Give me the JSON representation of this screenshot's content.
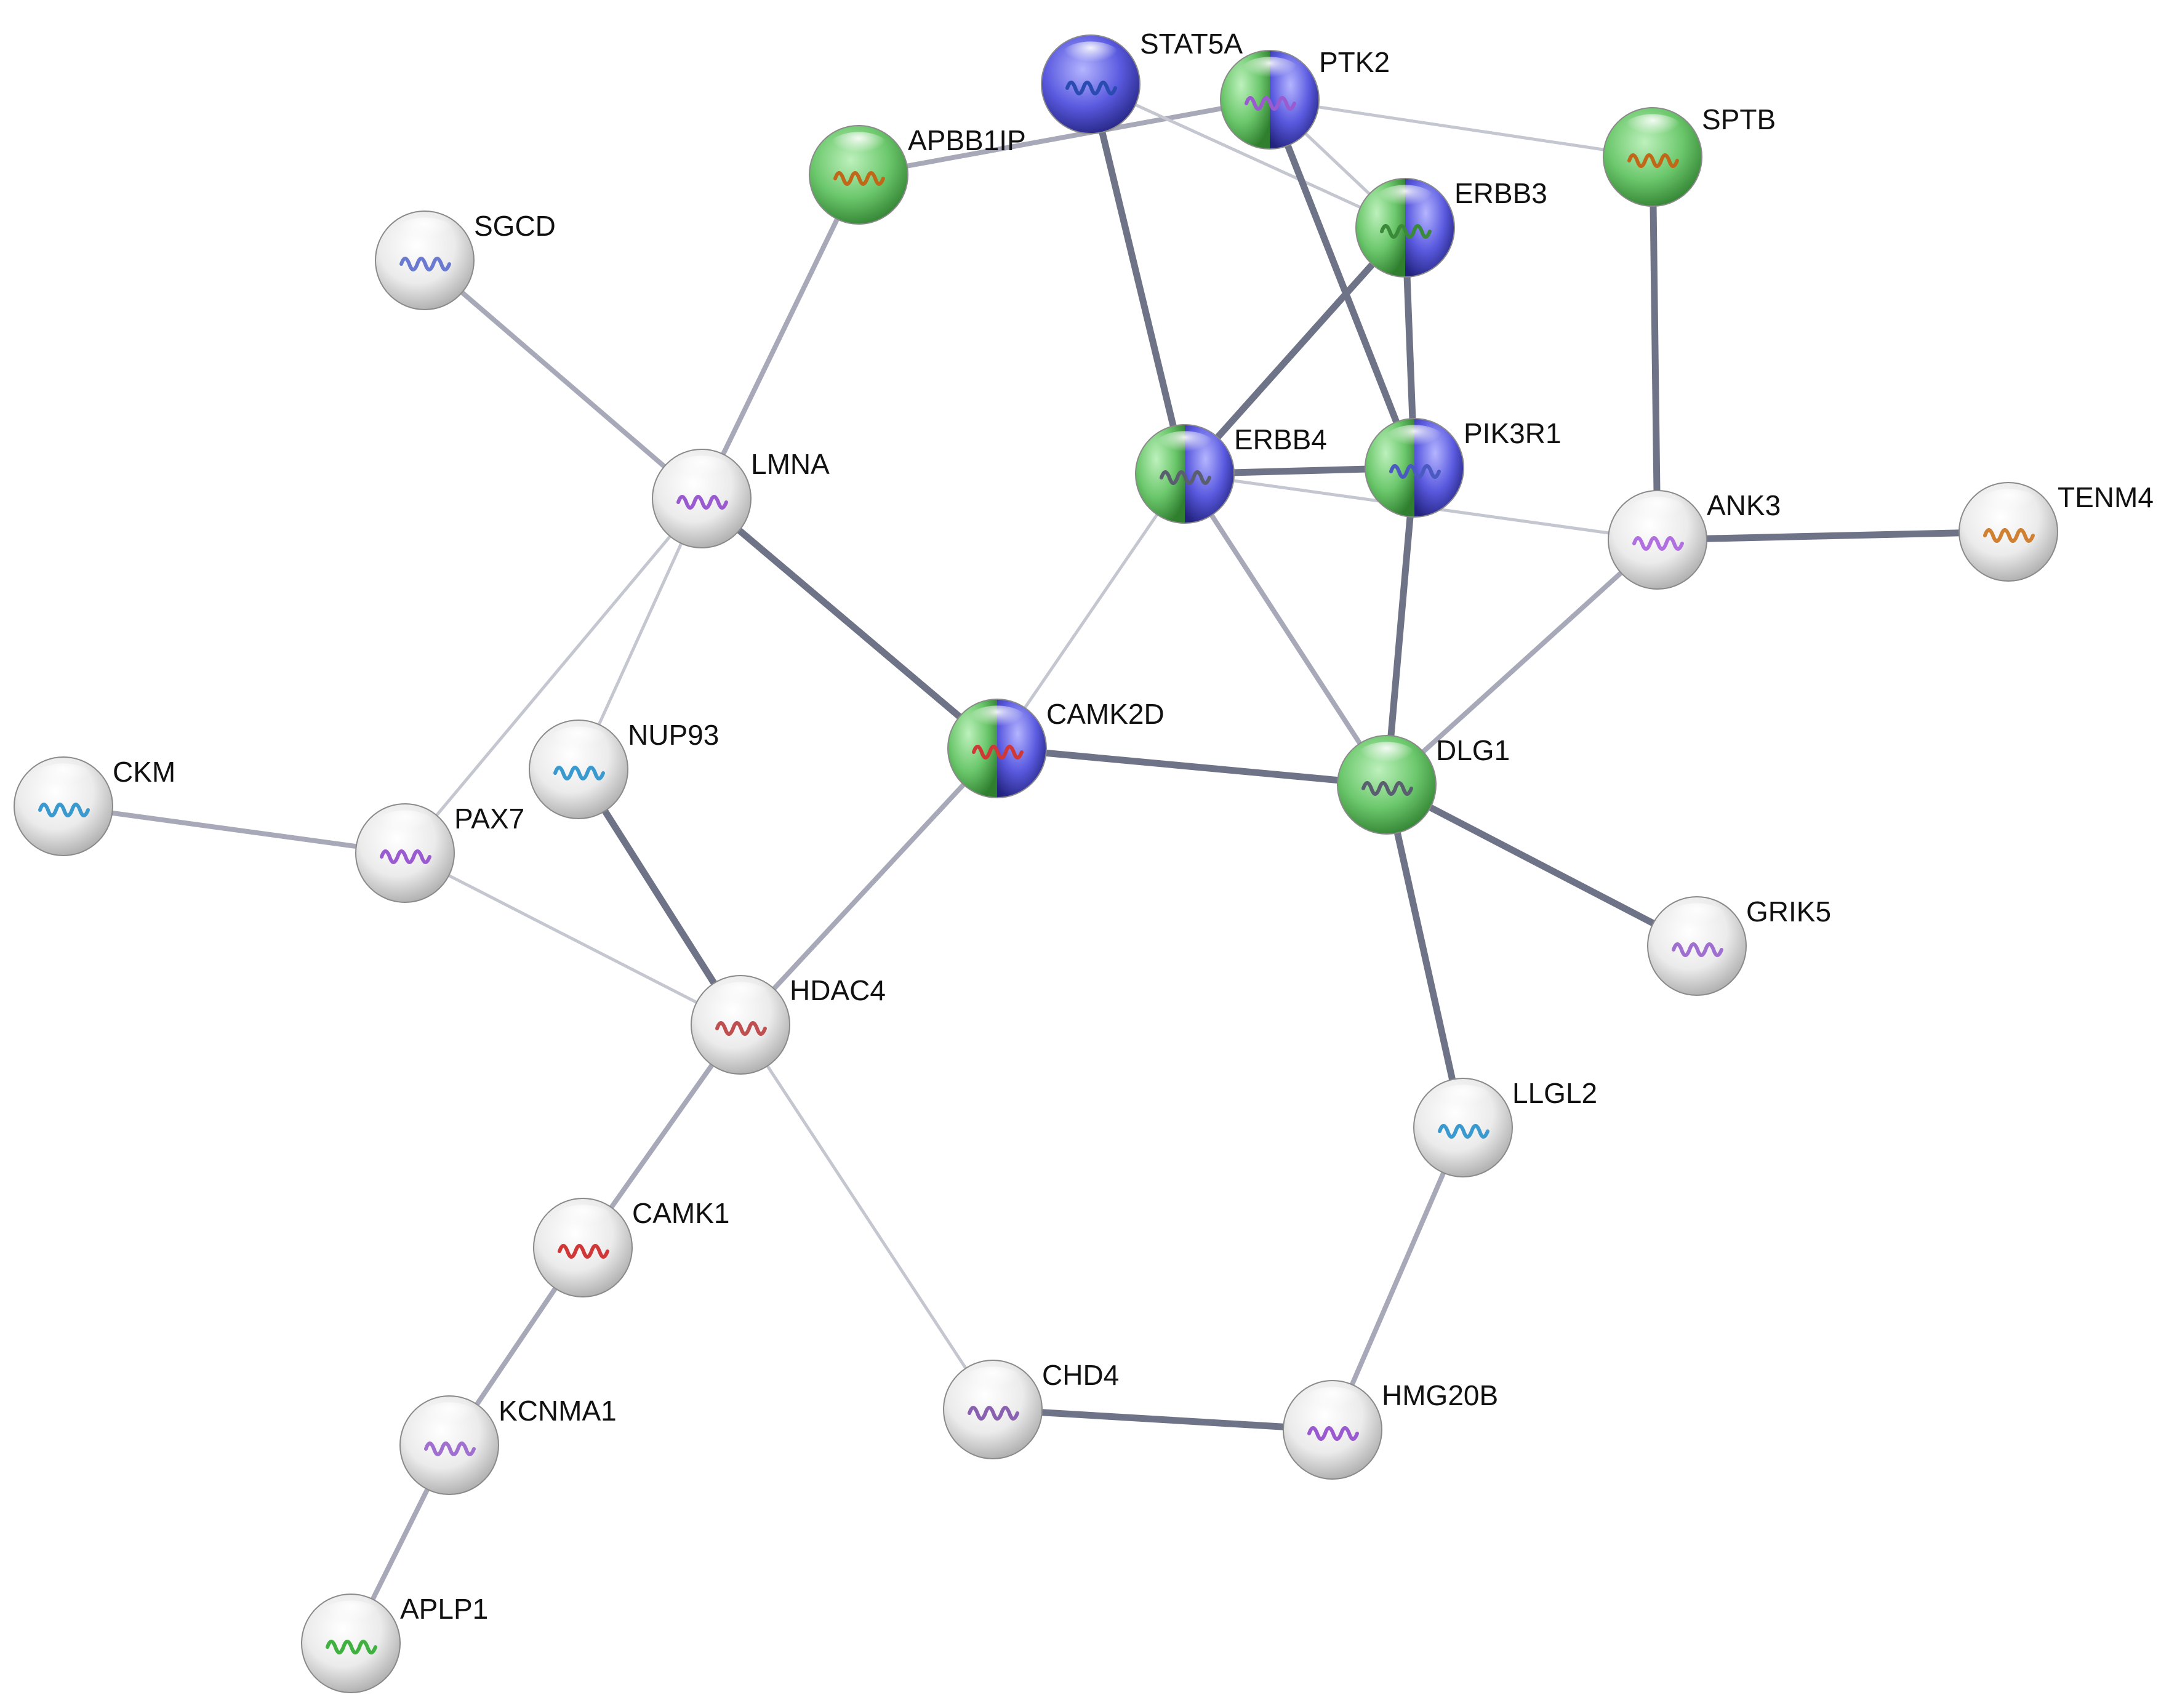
{
  "diagram": {
    "type": "protein-interaction-network",
    "colors": {
      "node_default": "#d8d8d8",
      "node_green": "#66c266",
      "node_blue": "#5555dd",
      "edge_dark": "#6f7387",
      "edge_mid": "#a7a9b8",
      "edge_light": "#c4c6d0"
    },
    "nodes": [
      {
        "id": "STAT5A",
        "label": "STAT5A",
        "fill": [
          "blue"
        ],
        "structure_icon": "helix-blue-icon"
      },
      {
        "id": "PTK2",
        "label": "PTK2",
        "fill": [
          "green",
          "blue"
        ],
        "structure_icon": "helix-purple-icon"
      },
      {
        "id": "APBB1IP",
        "label": "APBB1IP",
        "fill": [
          "green"
        ],
        "structure_icon": "helix-orange-icon"
      },
      {
        "id": "SPTB",
        "label": "SPTB",
        "fill": [
          "green"
        ],
        "structure_icon": "helix-orange-icon"
      },
      {
        "id": "ERBB3",
        "label": "ERBB3",
        "fill": [
          "green",
          "blue"
        ],
        "structure_icon": "domain-multicolor-icon"
      },
      {
        "id": "SGCD",
        "label": "SGCD",
        "fill": [
          "grey"
        ],
        "structure_icon": "coil-blue-icon"
      },
      {
        "id": "LMNA",
        "label": "LMNA",
        "fill": [
          "grey"
        ],
        "structure_icon": "helix-purple-icon"
      },
      {
        "id": "ERBB4",
        "label": "ERBB4",
        "fill": [
          "green",
          "blue"
        ],
        "structure_icon": "helix-grey-icon"
      },
      {
        "id": "PIK3R1",
        "label": "PIK3R1",
        "fill": [
          "green",
          "blue"
        ],
        "structure_icon": "domain-blue-icon"
      },
      {
        "id": "ANK3",
        "label": "ANK3",
        "fill": [
          "grey"
        ],
        "structure_icon": "repeat-purple-icon"
      },
      {
        "id": "TENM4",
        "label": "TENM4",
        "fill": [
          "grey"
        ],
        "structure_icon": "coil-multicolor-icon"
      },
      {
        "id": "NUP93",
        "label": "NUP93",
        "fill": [
          "grey"
        ],
        "structure_icon": "domain-rainbow-icon"
      },
      {
        "id": "CKM",
        "label": "CKM",
        "fill": [
          "grey"
        ],
        "structure_icon": "domain-rainbow-icon"
      },
      {
        "id": "PAX7",
        "label": "PAX7",
        "fill": [
          "grey"
        ],
        "structure_icon": "helix-purple-icon"
      },
      {
        "id": "CAMK2D",
        "label": "CAMK2D",
        "fill": [
          "green",
          "blue"
        ],
        "structure_icon": "helix-red-icon"
      },
      {
        "id": "DLG1",
        "label": "DLG1",
        "fill": [
          "green"
        ],
        "structure_icon": "helix-grey-icon"
      },
      {
        "id": "GRIK5",
        "label": "GRIK5",
        "fill": [
          "grey"
        ],
        "structure_icon": "domain-purple-icon"
      },
      {
        "id": "HDAC4",
        "label": "HDAC4",
        "fill": [
          "grey"
        ],
        "structure_icon": "coil-red-icon"
      },
      {
        "id": "LLGL2",
        "label": "LLGL2",
        "fill": [
          "grey"
        ],
        "structure_icon": "domain-rainbow-icon"
      },
      {
        "id": "CAMK1",
        "label": "CAMK1",
        "fill": [
          "grey"
        ],
        "structure_icon": "helix-red-icon"
      },
      {
        "id": "CHD4",
        "label": "CHD4",
        "fill": [
          "grey"
        ],
        "structure_icon": "coil-purple-icon"
      },
      {
        "id": "HMG20B",
        "label": "HMG20B",
        "fill": [
          "grey"
        ],
        "structure_icon": "helix-purple-icon"
      },
      {
        "id": "KCNMA1",
        "label": "KCNMA1",
        "fill": [
          "grey"
        ],
        "structure_icon": "domain-purple-icon"
      },
      {
        "id": "APLP1",
        "label": "APLP1",
        "fill": [
          "grey"
        ],
        "structure_icon": "coil-green-icon"
      }
    ],
    "edges": [
      {
        "source": "APBB1IP",
        "target": "PTK2",
        "weight": "mid"
      },
      {
        "source": "APBB1IP",
        "target": "LMNA",
        "weight": "mid"
      },
      {
        "source": "STAT5A",
        "target": "ERBB4",
        "weight": "strong"
      },
      {
        "source": "STAT5A",
        "target": "ERBB3",
        "weight": "light"
      },
      {
        "source": "PTK2",
        "target": "SPTB",
        "weight": "light"
      },
      {
        "source": "PTK2",
        "target": "ERBB3",
        "weight": "light"
      },
      {
        "source": "PTK2",
        "target": "PIK3R1",
        "weight": "strong"
      },
      {
        "source": "ERBB3",
        "target": "ERBB4",
        "weight": "strong"
      },
      {
        "source": "ERBB3",
        "target": "PIK3R1",
        "weight": "strong"
      },
      {
        "source": "SPTB",
        "target": "ANK3",
        "weight": "strong"
      },
      {
        "source": "SGCD",
        "target": "LMNA",
        "weight": "mid"
      },
      {
        "source": "LMNA",
        "target": "CAMK2D",
        "weight": "strong"
      },
      {
        "source": "LMNA",
        "target": "NUP93",
        "weight": "light"
      },
      {
        "source": "LMNA",
        "target": "PAX7",
        "weight": "light"
      },
      {
        "source": "ERBB4",
        "target": "PIK3R1",
        "weight": "strong"
      },
      {
        "source": "ERBB4",
        "target": "ANK3",
        "weight": "light"
      },
      {
        "source": "ERBB4",
        "target": "CAMK2D",
        "weight": "light"
      },
      {
        "source": "ERBB4",
        "target": "DLG1",
        "weight": "mid"
      },
      {
        "source": "PIK3R1",
        "target": "DLG1",
        "weight": "strong"
      },
      {
        "source": "ANK3",
        "target": "TENM4",
        "weight": "strong"
      },
      {
        "source": "ANK3",
        "target": "DLG1",
        "weight": "mid"
      },
      {
        "source": "CAMK2D",
        "target": "DLG1",
        "weight": "strong"
      },
      {
        "source": "CAMK2D",
        "target": "HDAC4",
        "weight": "mid"
      },
      {
        "source": "NUP93",
        "target": "HDAC4",
        "weight": "strong"
      },
      {
        "source": "CKM",
        "target": "PAX7",
        "weight": "mid"
      },
      {
        "source": "PAX7",
        "target": "HDAC4",
        "weight": "light"
      },
      {
        "source": "DLG1",
        "target": "GRIK5",
        "weight": "strong"
      },
      {
        "source": "DLG1",
        "target": "LLGL2",
        "weight": "strong"
      },
      {
        "source": "HDAC4",
        "target": "CAMK1",
        "weight": "mid"
      },
      {
        "source": "HDAC4",
        "target": "CHD4",
        "weight": "light"
      },
      {
        "source": "LLGL2",
        "target": "HMG20B",
        "weight": "mid"
      },
      {
        "source": "CHD4",
        "target": "HMG20B",
        "weight": "strong"
      },
      {
        "source": "CAMK1",
        "target": "KCNMA1",
        "weight": "mid"
      },
      {
        "source": "KCNMA1",
        "target": "APLP1",
        "weight": "mid"
      }
    ]
  }
}
